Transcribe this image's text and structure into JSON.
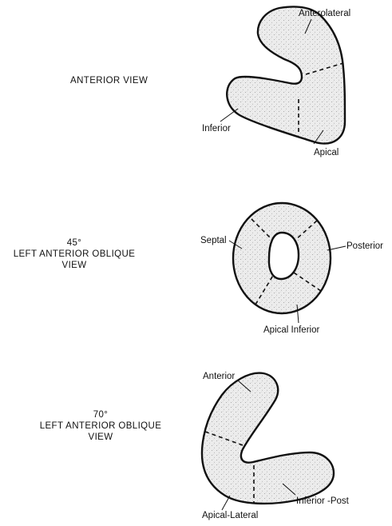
{
  "views": {
    "anterior": {
      "title": "ANTERIOR VIEW",
      "segments": {
        "anterolateral": "Anterolateral",
        "inferior": "Inferior",
        "apical": "Apical"
      }
    },
    "lao45": {
      "title_line1": "45°",
      "title_line2": "LEFT ANTERIOR OBLIQUE",
      "title_line3": "VIEW",
      "segments": {
        "septal": "Septal",
        "posterior": "Posterior",
        "apical_inferior": "Apical Inferior"
      }
    },
    "lao70": {
      "title_line1": "70°",
      "title_line2": "LEFT ANTERIOR OBLIQUE",
      "title_line3": "VIEW",
      "segments": {
        "anterior": "Anterior",
        "apical_lateral": "Apical-Lateral",
        "inferior_post": "Inferior -Post"
      }
    }
  }
}
